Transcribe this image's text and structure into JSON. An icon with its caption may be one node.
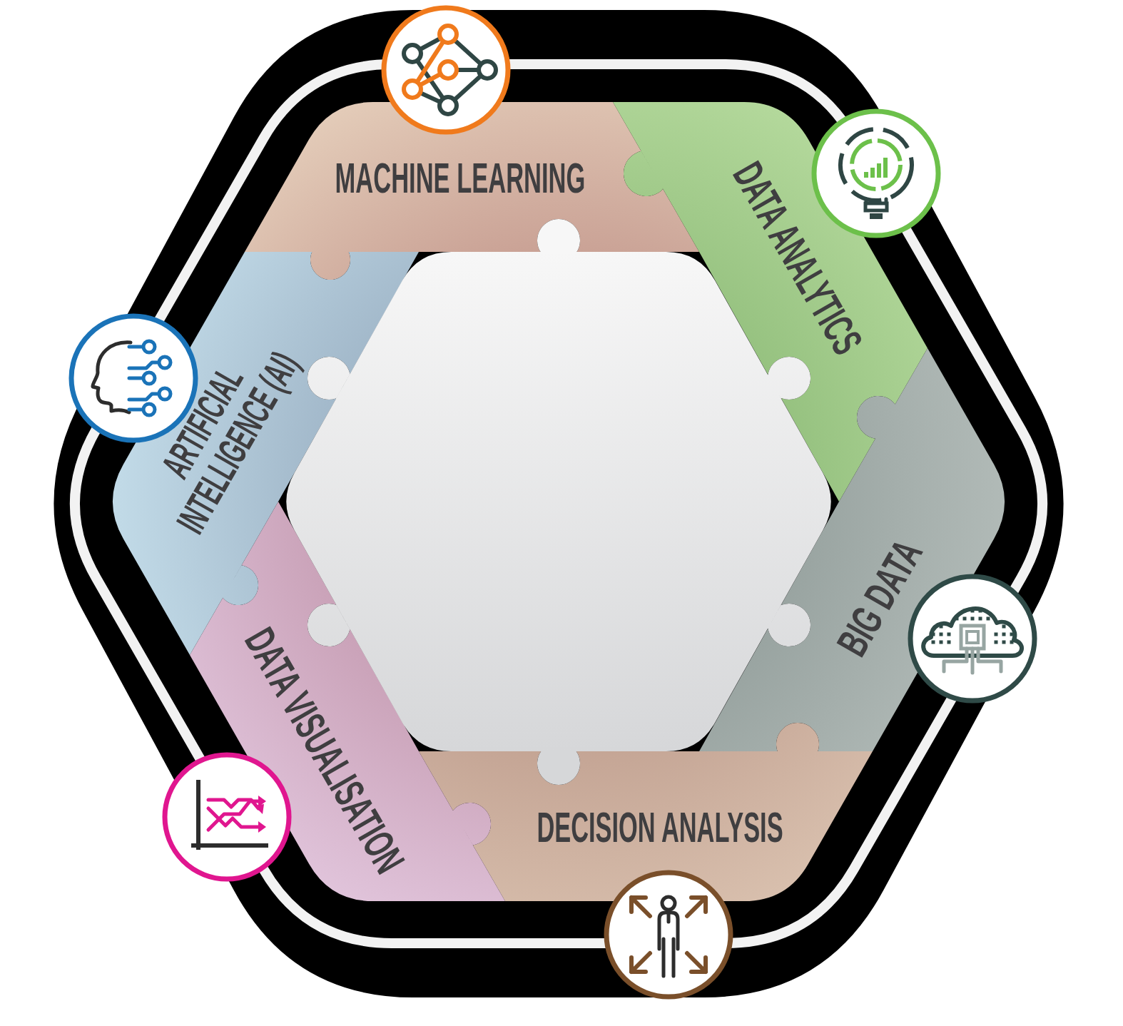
{
  "diagram": {
    "nodes": [
      {
        "text": [
          "MACHINE LEARNING"
        ]
      },
      {
        "text": [
          "DATA ANALYTICS"
        ]
      },
      {
        "text": [
          "BIG DATA"
        ]
      },
      {
        "text": [
          "DECISION ANALYSIS"
        ]
      },
      {
        "text": [
          "DATA VISUALISATION"
        ]
      },
      {
        "text": [
          "ARTIFICIAL INTELLIGENCE (AI)"
        ]
      },
      {
        "text": [],
        "shape": "hexagon"
      }
    ]
  }
}
